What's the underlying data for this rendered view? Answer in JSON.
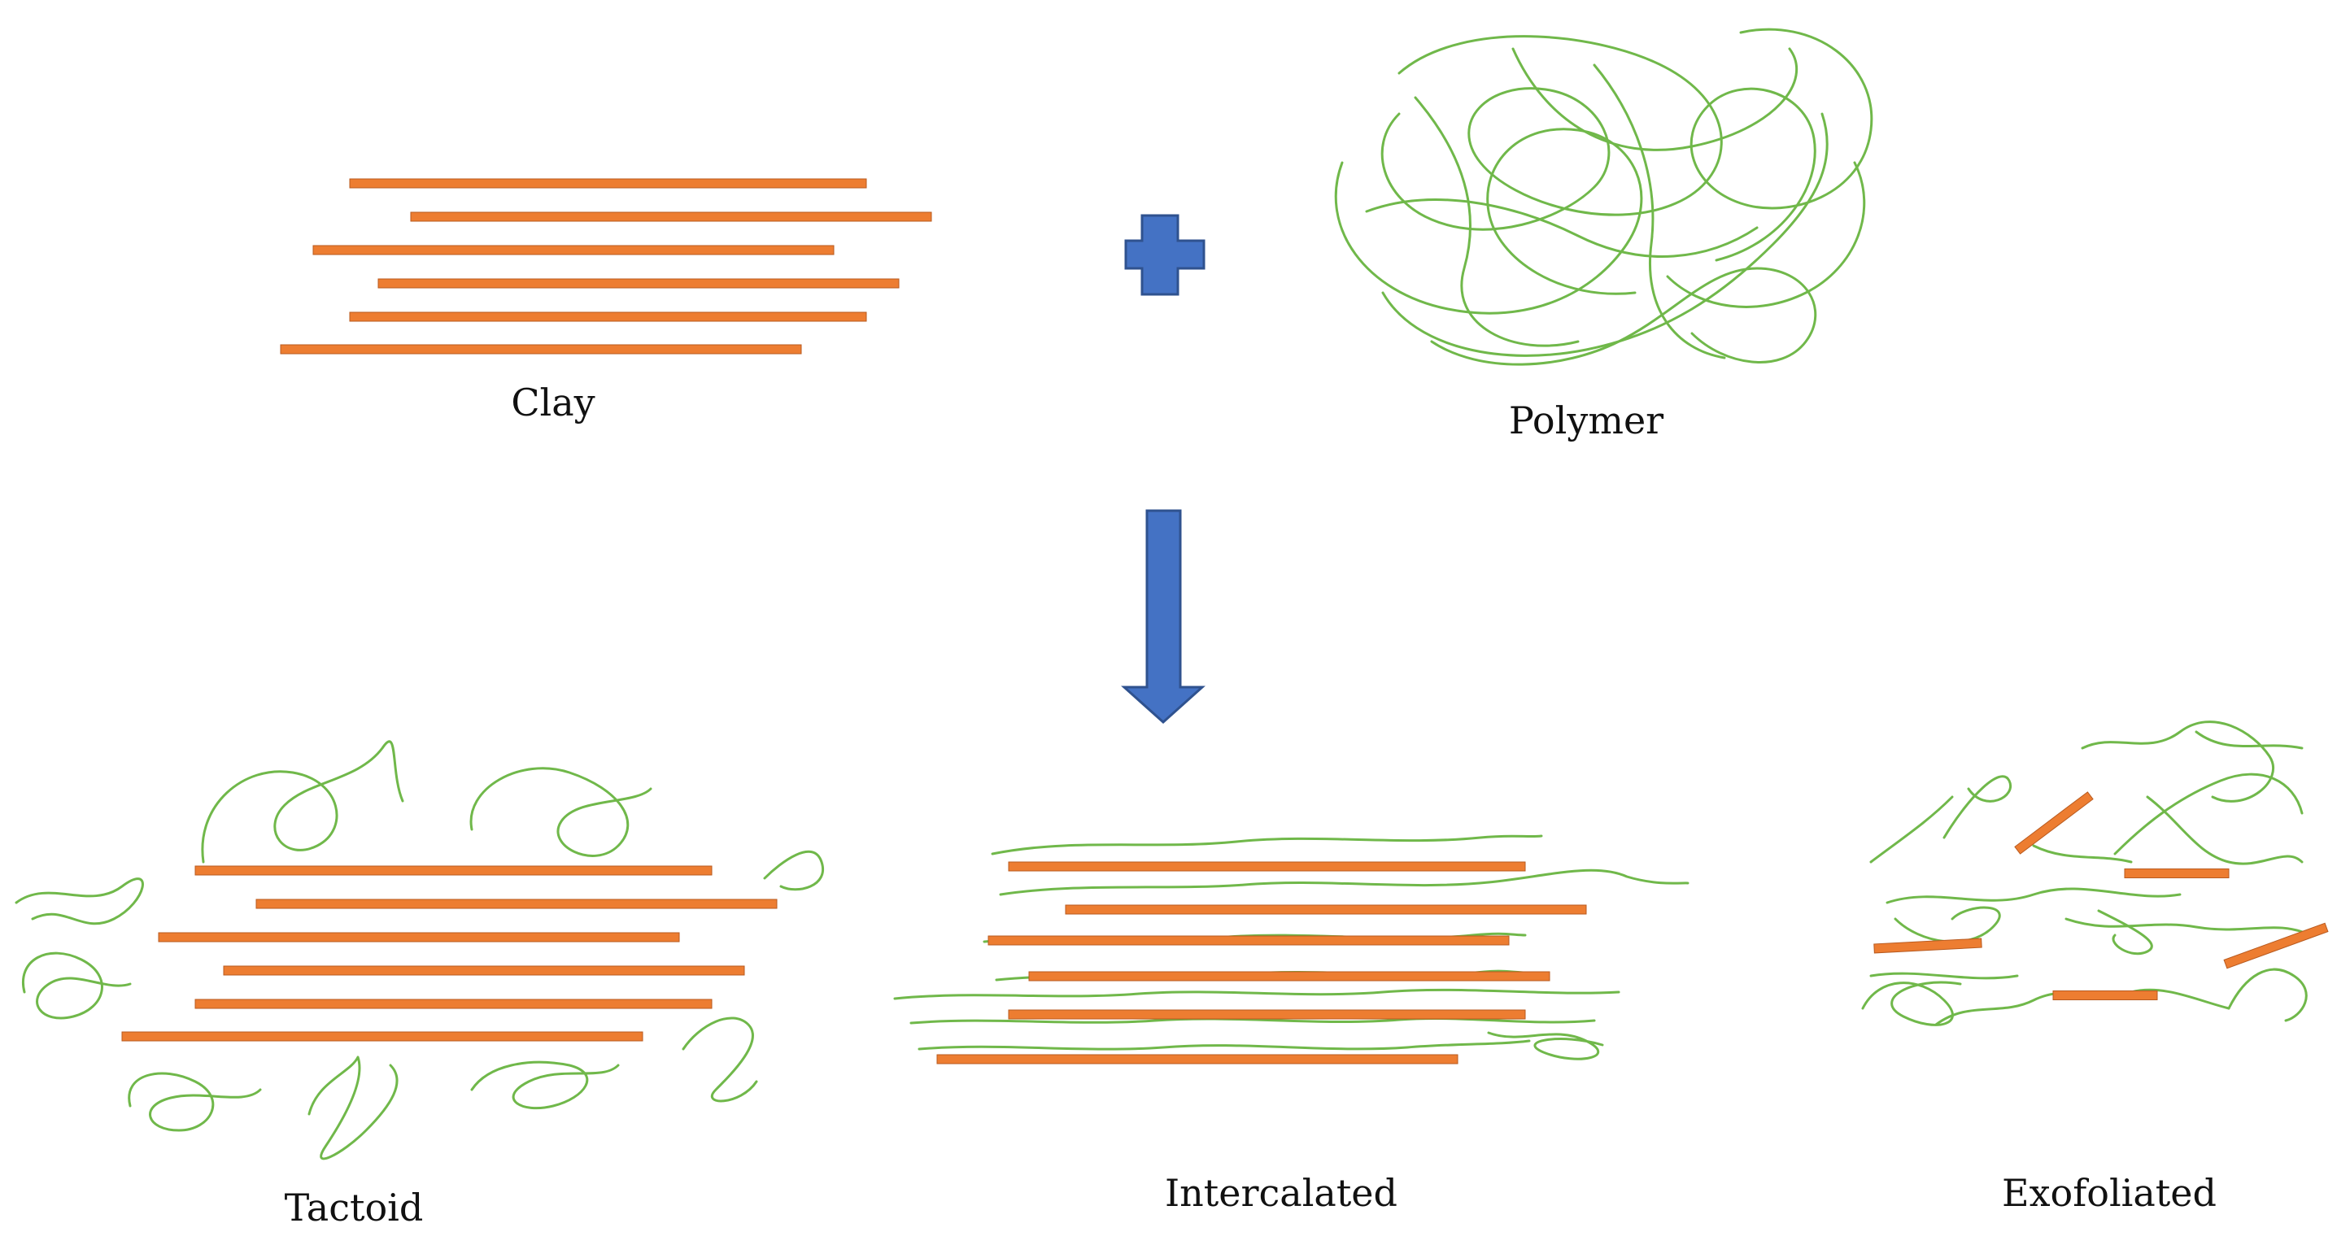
{
  "labels": {
    "clay": "Clay",
    "polymer": "Polymer",
    "tactoid": "Tactoid",
    "intercalated": "Intercalated",
    "exfoliated": "Exofoliated"
  },
  "colors": {
    "clay_layer": "#ED7D31",
    "clay_layer_edge": "#B85A1F",
    "polymer_chain": "#70B84A",
    "symbol_fill": "#4472C4",
    "symbol_edge": "#2F528F"
  },
  "icons": {
    "plus": "plus-icon",
    "process_arrow": "arrow-down-icon"
  }
}
